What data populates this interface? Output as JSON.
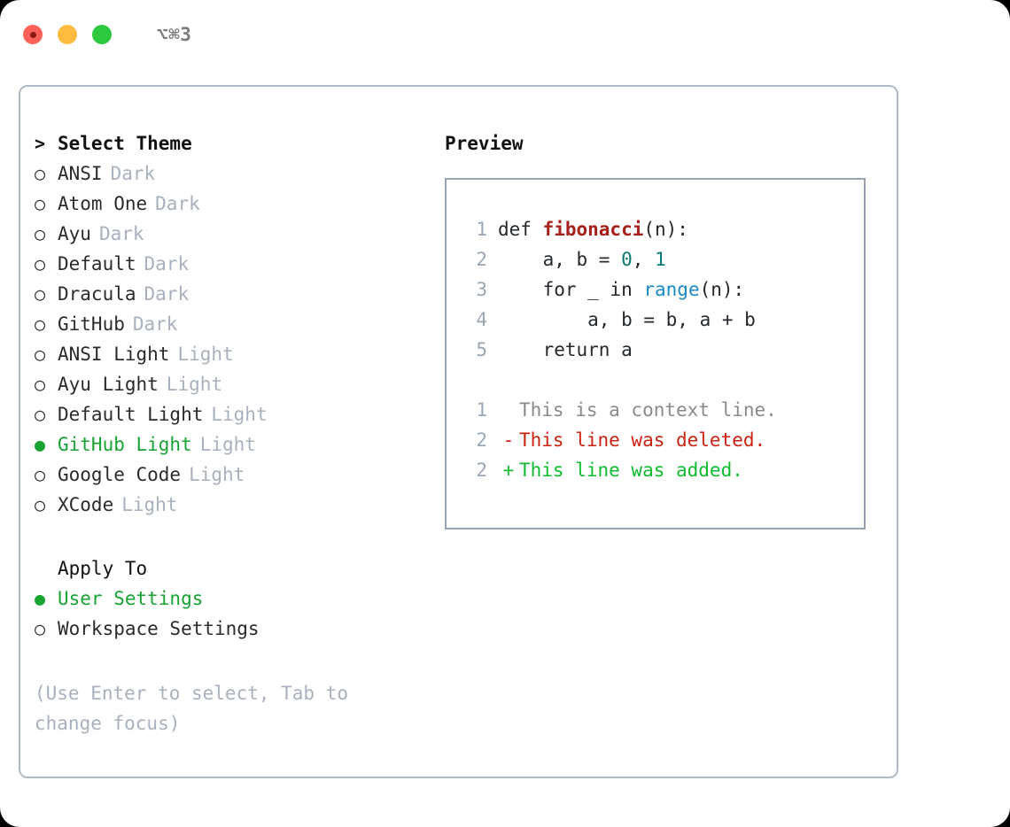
{
  "titlebar": {
    "shortcut": "⌥⌘3",
    "lights": [
      "close",
      "minimize",
      "maximize"
    ]
  },
  "left": {
    "header_prefix": ">",
    "header": "Select Theme",
    "bullet_selected": "●",
    "bullet_unselected": "○",
    "themes": [
      {
        "name": "ANSI",
        "variant": "Dark",
        "selected": false
      },
      {
        "name": "Atom One",
        "variant": "Dark",
        "selected": false
      },
      {
        "name": "Ayu",
        "variant": "Dark",
        "selected": false
      },
      {
        "name": "Default",
        "variant": "Dark",
        "selected": false
      },
      {
        "name": "Dracula",
        "variant": "Dark",
        "selected": false
      },
      {
        "name": "GitHub",
        "variant": "Dark",
        "selected": false
      },
      {
        "name": "ANSI Light",
        "variant": "Light",
        "selected": false
      },
      {
        "name": "Ayu Light",
        "variant": "Light",
        "selected": false
      },
      {
        "name": "Default Light",
        "variant": "Light",
        "selected": false
      },
      {
        "name": "GitHub Light",
        "variant": "Light",
        "selected": true
      },
      {
        "name": "Google Code",
        "variant": "Light",
        "selected": false
      },
      {
        "name": "XCode",
        "variant": "Light",
        "selected": false
      }
    ],
    "apply_to_title": "Apply To",
    "apply_to_options": [
      {
        "label": "User Settings",
        "selected": true
      },
      {
        "label": "Workspace Settings",
        "selected": false
      }
    ],
    "hint": "(Use Enter to select, Tab to change focus)"
  },
  "right": {
    "title": "Preview",
    "code_lines": [
      {
        "no": "1",
        "marker": "",
        "indent": "",
        "parts": [
          {
            "t": "def ",
            "c": "plain"
          },
          {
            "t": "fibonacci",
            "c": "fn"
          },
          {
            "t": "(n):",
            "c": "plain"
          }
        ]
      },
      {
        "no": "2",
        "marker": "",
        "indent": "    ",
        "parts": [
          {
            "t": "a, b = ",
            "c": "plain"
          },
          {
            "t": "0",
            "c": "num"
          },
          {
            "t": ", ",
            "c": "plain"
          },
          {
            "t": "1",
            "c": "num"
          }
        ]
      },
      {
        "no": "3",
        "marker": "",
        "indent": "    ",
        "parts": [
          {
            "t": "for _ in ",
            "c": "plain"
          },
          {
            "t": "range",
            "c": "call"
          },
          {
            "t": "(n):",
            "c": "plain"
          }
        ]
      },
      {
        "no": "4",
        "marker": "",
        "indent": "        ",
        "parts": [
          {
            "t": "a, b = b, a + b",
            "c": "plain"
          }
        ]
      },
      {
        "no": "5",
        "marker": "",
        "indent": "    ",
        "parts": [
          {
            "t": "return a",
            "c": "plain"
          }
        ]
      }
    ],
    "diff_lines": [
      {
        "no": "1",
        "marker": "",
        "text": "This is a context line.",
        "kind": "context"
      },
      {
        "no": "2",
        "marker": "-",
        "text": "This line was deleted.",
        "kind": "del"
      },
      {
        "no": "2",
        "marker": "+",
        "text": "This line was added.",
        "kind": "add"
      }
    ]
  },
  "colors": {
    "accent_green": "#18a333",
    "border": "#b0bac6",
    "preview_border": "#97a3b2",
    "muted": "#a8b1bd",
    "lineno": "#9aa7b5",
    "fn": "#a8201a",
    "num": "#0b7a75",
    "call": "#1a8ac4",
    "diff_del": "#cc2211",
    "diff_add": "#0fbb30"
  }
}
